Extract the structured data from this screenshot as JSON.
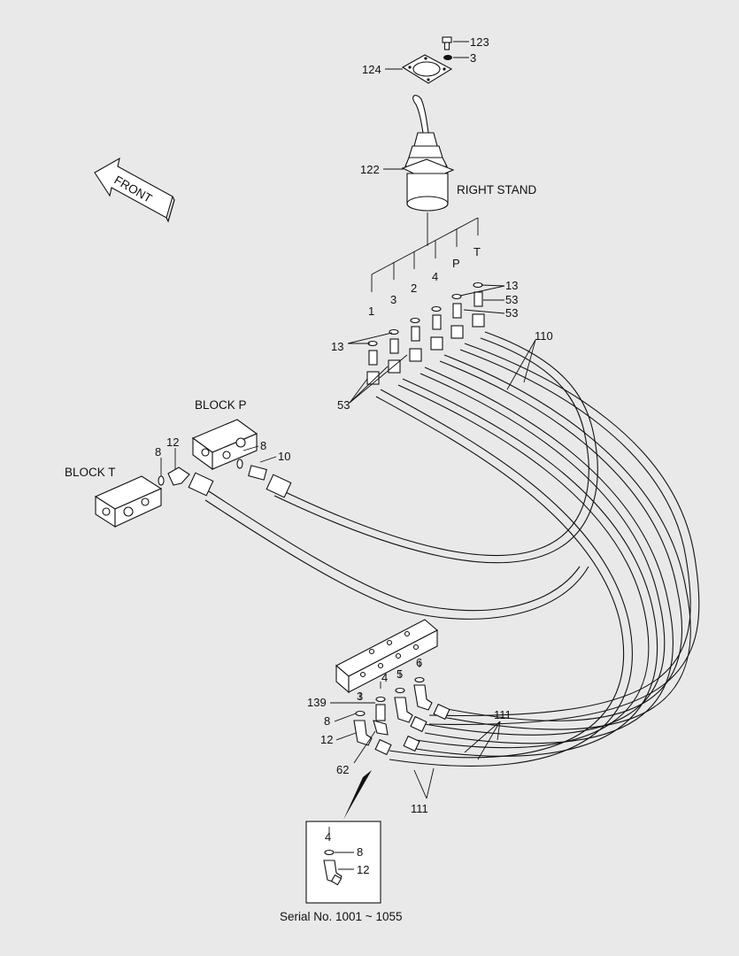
{
  "labels": {
    "front": "FRONT",
    "right_stand": "RIGHT STAND",
    "block_p": "BLOCK P",
    "block_t": "BLOCK T",
    "serial": "Serial No. 1001 ~ 1055"
  },
  "part_numbers": {
    "n123": "123",
    "n3a": "3",
    "n124": "124",
    "n122": "122",
    "n13a": "13",
    "n53a": "53",
    "n53b": "53",
    "n13b": "13",
    "n53c": "53",
    "n110": "110",
    "n12a": "12",
    "n8a": "8",
    "n8b": "8",
    "n10": "10",
    "n139": "139",
    "n8c": "8",
    "n12b": "12",
    "n62": "62",
    "n111a": "111",
    "n111b": "111",
    "n4d": "4",
    "n8d": "8",
    "n12d": "12"
  },
  "port_labels": {
    "p1": "1",
    "p3": "3",
    "p2": "2",
    "p4": "4",
    "pP": "P",
    "pT": "T",
    "v3": "3",
    "v4": "4",
    "v5": "5",
    "v6": "6"
  }
}
